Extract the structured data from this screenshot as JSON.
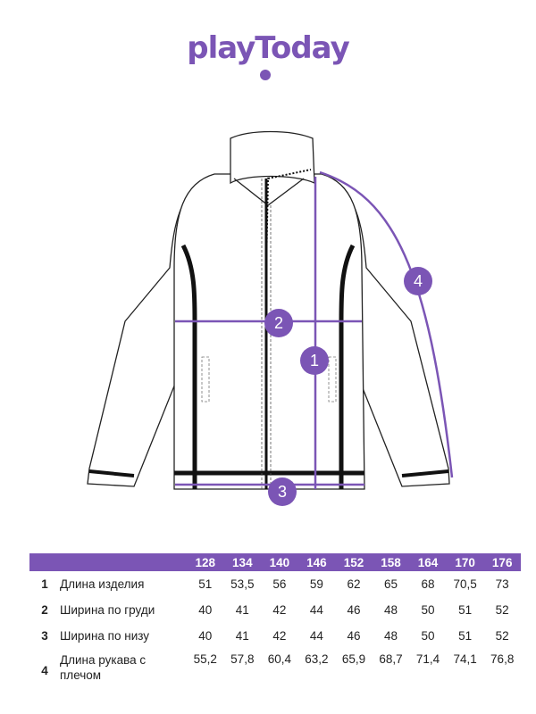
{
  "brand": {
    "logo_text": "playToday",
    "color": "#7b55b5"
  },
  "diagram": {
    "markers": [
      "1",
      "2",
      "3",
      "4"
    ]
  },
  "size_table": {
    "sizes": [
      "128",
      "134",
      "140",
      "146",
      "152",
      "158",
      "164",
      "170",
      "176"
    ],
    "rows": [
      {
        "num": "1",
        "label": "Длина изделия",
        "values": [
          "51",
          "53,5",
          "56",
          "59",
          "62",
          "65",
          "68",
          "70,5",
          "73"
        ]
      },
      {
        "num": "2",
        "label": "Ширина по груди",
        "values": [
          "40",
          "41",
          "42",
          "44",
          "46",
          "48",
          "50",
          "51",
          "52"
        ]
      },
      {
        "num": "3",
        "label": "Ширина по низу",
        "values": [
          "40",
          "41",
          "42",
          "44",
          "46",
          "48",
          "50",
          "51",
          "52"
        ]
      },
      {
        "num": "4",
        "label": "Длина рукава с плечом",
        "values": [
          "55,2",
          "57,8",
          "60,4",
          "63,2",
          "65,9",
          "68,7",
          "71,4",
          "74,1",
          "76,8"
        ]
      }
    ]
  }
}
